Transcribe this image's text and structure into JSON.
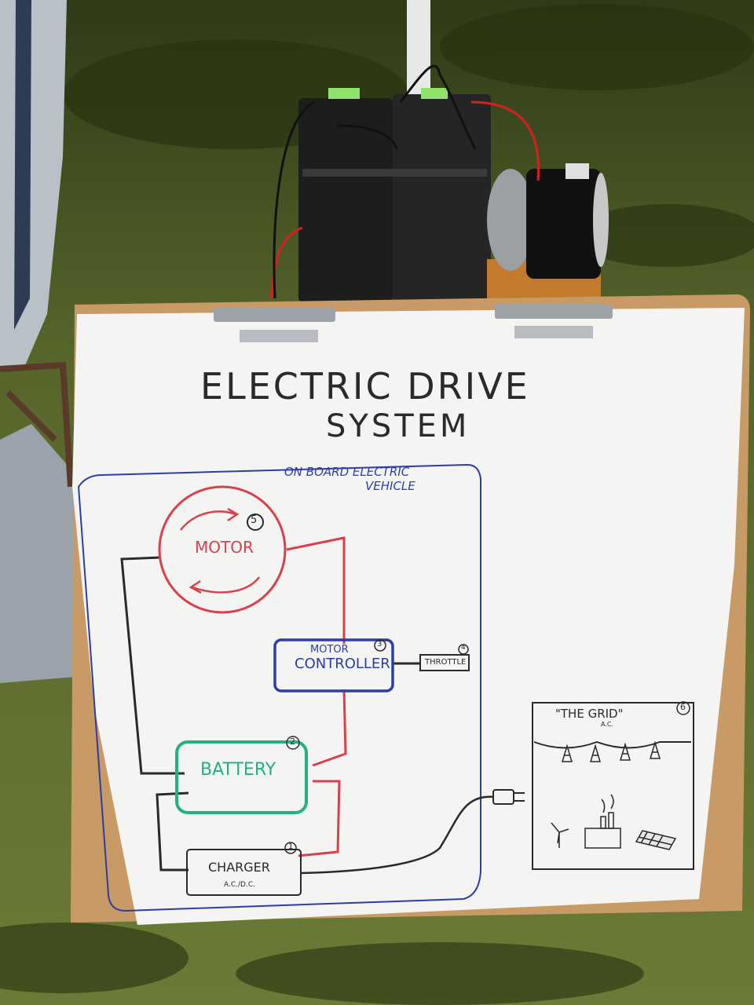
{
  "poster": {
    "title_line1": "ELECTRIC DRIVE",
    "title_line2": "SYSTEM",
    "onboard_line1": "ON BOARD ELECTRIC",
    "onboard_line2": "VEHICLE"
  },
  "components": {
    "motor": {
      "label": "MOTOR",
      "number": "5"
    },
    "controller": {
      "label_line1": "MOTOR",
      "label_line2": "CONTROLLER",
      "number": "3"
    },
    "throttle": {
      "label": "THROTTLE",
      "number": "4"
    },
    "battery": {
      "label": "BATTERY",
      "number": "2"
    },
    "charger": {
      "label": "CHARGER",
      "sublabel": "A.C./D.C.",
      "number": "1"
    },
    "grid": {
      "label": "\"THE GRID\"",
      "sublabel": "A.C.",
      "number": "6"
    }
  },
  "colors": {
    "grass": "#4d5a26",
    "board": "#c89a66",
    "paper": "#f4f5f2",
    "ink_black": "#2a2a2a",
    "ink_blue": "#2b3ea6",
    "ink_red": "#d8404b",
    "ink_green": "#23b084"
  }
}
